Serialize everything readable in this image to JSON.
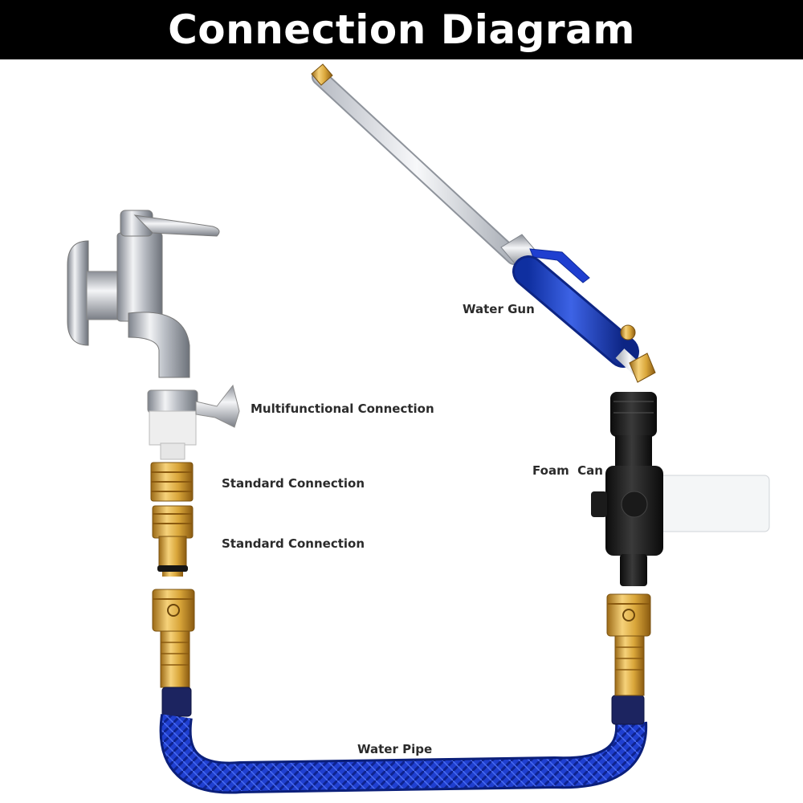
{
  "header": {
    "title": "Connection Diagram"
  },
  "labels": {
    "water_gun": "Water Gun",
    "multifunctional_connection": "Multifunctional Connection",
    "standard_connection_1": "Standard Connection",
    "standard_connection_2": "Standard Connection",
    "foam_can": "Foam  Can",
    "water_pipe": "Water Pipe"
  },
  "colors": {
    "title_bg": "#000000",
    "title_text": "#ffffff",
    "brass": "#d9a63a",
    "hose_blue": "#1f3fd0",
    "chrome": "#c9ccd2"
  }
}
